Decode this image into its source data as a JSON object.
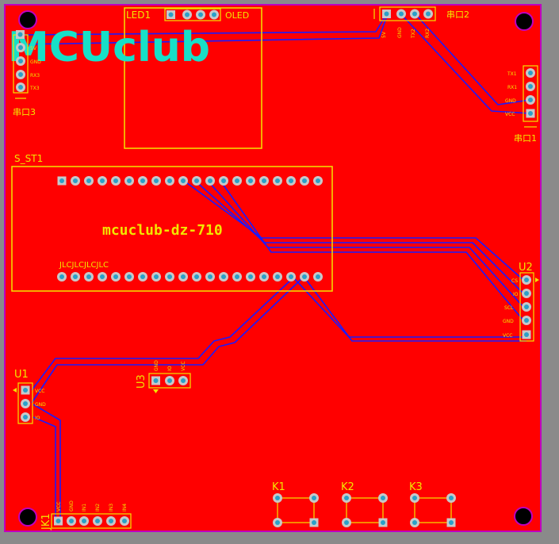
{
  "colors": {
    "board": "#ff0000",
    "background": "#8a8a8a",
    "outline": "#c000c0",
    "silkscreen": "#f2e600",
    "trace": "#1a1aff",
    "pad": "#c8c8c8",
    "pad_hole": "#2aa0c8",
    "logo": "#17e0c8"
  },
  "board": {
    "logo": "MCUclub",
    "main_module": {
      "designator": "S_ST1",
      "label": "mcuclub-dz-710",
      "jlc_text": "JLCJLCJLCJLC"
    },
    "led_module": {
      "designator": "LED1",
      "label": "OLED"
    },
    "serial2": {
      "designator": "串口2",
      "pins": [
        "5V",
        "GND",
        "TX2",
        "RX2"
      ]
    },
    "serial3": {
      "designator": "串口3",
      "pins": [
        "5V",
        "GND",
        "RX3",
        "TX3"
      ]
    },
    "serial1": {
      "designator": "串口1",
      "pins": [
        "TX1",
        "RX1",
        "GND",
        "VCC"
      ]
    },
    "u2": {
      "designator": "U2",
      "pins": [
        "CS",
        "IO",
        "SCL",
        "GND",
        "VCC"
      ]
    },
    "u1": {
      "designator": "U1",
      "pins": [
        "VCC",
        "GND",
        "IO"
      ]
    },
    "u3": {
      "designator": "U3",
      "pins": [
        "GND",
        "IO",
        "VCC"
      ]
    },
    "jk1": {
      "designator": "JK1",
      "pins": [
        "VCC",
        "GND",
        "IN1",
        "IN2",
        "IN3",
        "IN4"
      ]
    },
    "keys": [
      "K1",
      "K2",
      "K3"
    ]
  }
}
